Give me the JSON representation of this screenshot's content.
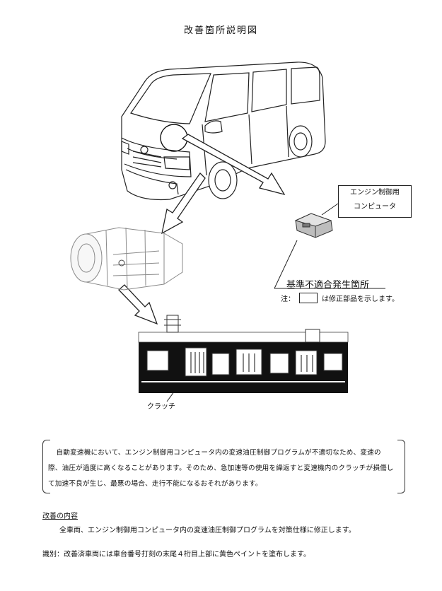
{
  "title": "改善箇所説明図",
  "ecu_label": [
    "エンジン制御用",
    "コンピュータ"
  ],
  "defect_location_label": "基準不適合発生箇所",
  "note": {
    "prefix": "注：",
    "suffix": "は修正部品を示します。"
  },
  "clutch_label": "クラッチ",
  "summary": "自動変速機において、エンジン制御用コンピュータ内の変速油圧制御プログラムが不適切なため、変速の際、油圧が過度に高くなることがあります。そのため、急加速等の使用を繰返すと変速機内のクラッチが損傷して加速不良が生じ、最悪の場合、走行不能になるおそれがあります。",
  "fix": {
    "heading": "改善の内容",
    "body": "全車両、エンジン制御用コンピュータ内の変速油圧制御プログラムを対策仕様に修正します。"
  },
  "identification": "識別：改善済車両には車台番号打刻の末尾４桁目上部に黄色ペイントを塗布します。",
  "colors": {
    "ink": "#111111",
    "fill_dark": "#111111",
    "paper": "#ffffff"
  }
}
